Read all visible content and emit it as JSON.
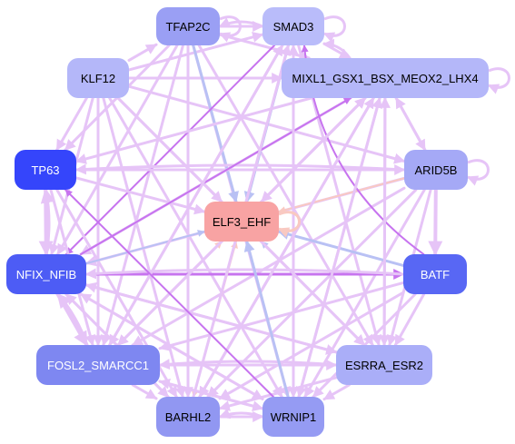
{
  "nodes": {
    "tfap2c": {
      "label": "TFAP2C",
      "fill": "#9a9ff4",
      "text": "#000000"
    },
    "smad3": {
      "label": "SMAD3",
      "fill": "#b9bcfa",
      "text": "#000000"
    },
    "klf12": {
      "label": "KLF12",
      "fill": "#b4b7f9",
      "text": "#000000"
    },
    "mixl1": {
      "label": "MIXL1_GSX1_BSX_MEOX2_LHX4",
      "fill": "#b4b7f9",
      "text": "#000000"
    },
    "tp63": {
      "label": "TP63",
      "fill": "#3545fb",
      "text": "#ffffff"
    },
    "arid5b": {
      "label": "ARID5B",
      "fill": "#a5a9f6",
      "text": "#000000"
    },
    "elf3": {
      "label": "ELF3_EHF",
      "fill": "#f8a3a3",
      "text": "#000000"
    },
    "nfix": {
      "label": "NFIX_NFIB",
      "fill": "#4d5cf5",
      "text": "#ffffff"
    },
    "batf": {
      "label": "BATF",
      "fill": "#5867f4",
      "text": "#ffffff"
    },
    "fosl2": {
      "label": "FOSL2_SMARCC1",
      "fill": "#7e87f1",
      "text": "#ffffff"
    },
    "esrra": {
      "label": "ESRRA_ESR2",
      "fill": "#aaaef8",
      "text": "#000000"
    },
    "barhl2": {
      "label": "BARHL2",
      "fill": "#9197f2",
      "text": "#000000"
    },
    "wrnip1": {
      "label": "WRNIP1",
      "fill": "#959bf3",
      "text": "#000000"
    }
  },
  "edge_colors": {
    "light": "#e6c4f7",
    "purple": "#c774ef",
    "blue": "#b9c1f4",
    "peach": "#f9c9c1"
  }
}
